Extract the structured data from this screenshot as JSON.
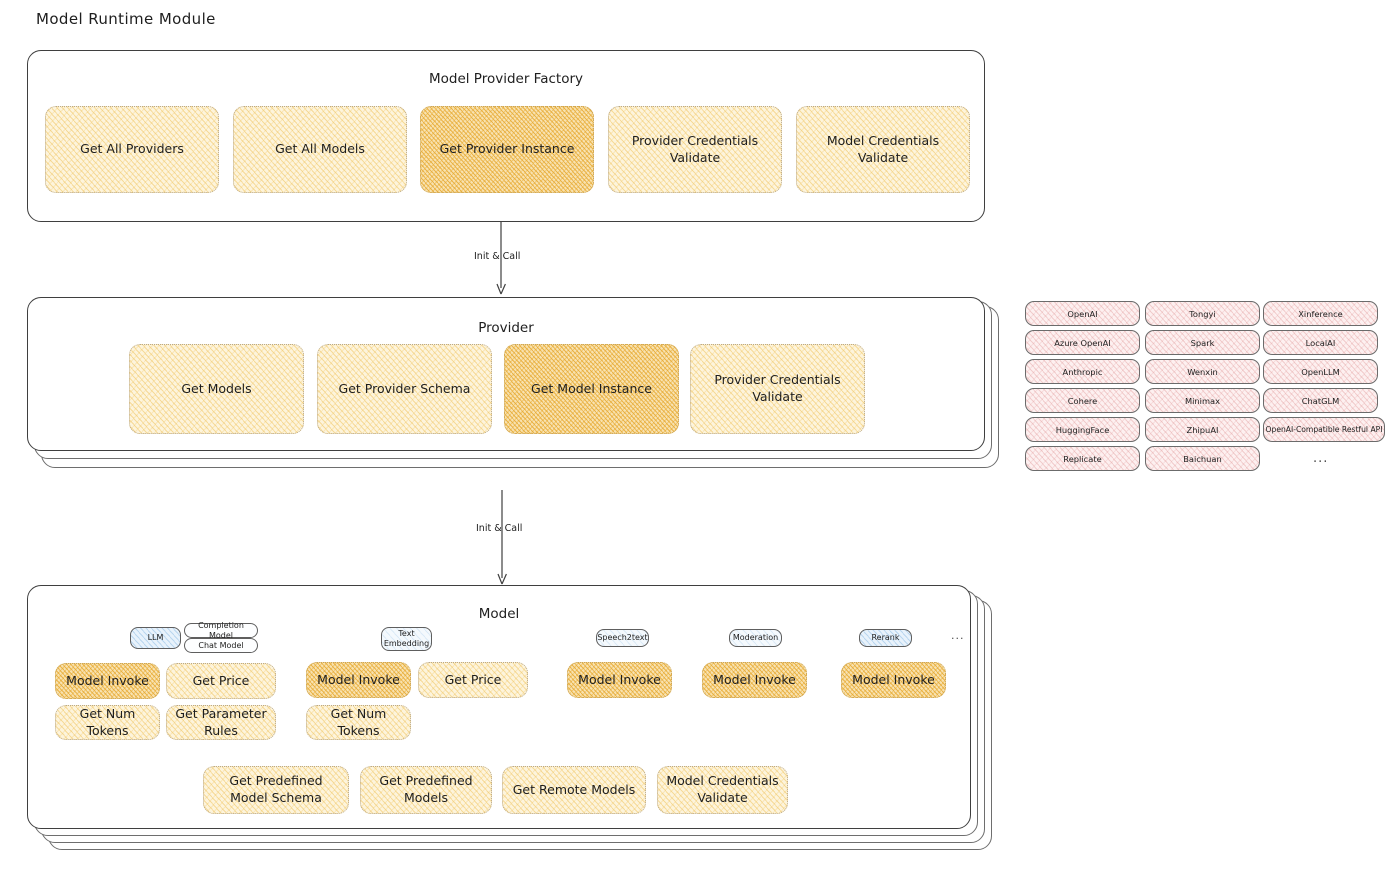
{
  "page": {
    "title": "Model Runtime Module"
  },
  "factory": {
    "title": "Model Provider Factory",
    "nodes": [
      {
        "label": "Get All Providers",
        "highlighted": false
      },
      {
        "label": "Get All Models",
        "highlighted": false
      },
      {
        "label": "Get Provider Instance",
        "highlighted": true
      },
      {
        "label": "Provider Credentials Validate",
        "highlighted": false
      },
      {
        "label": "Model Credentials Validate",
        "highlighted": false
      }
    ]
  },
  "arrow1": {
    "label": "Init & Call"
  },
  "provider": {
    "title": "Provider",
    "nodes": [
      {
        "label": "Get Models",
        "highlighted": false
      },
      {
        "label": "Get Provider Schema",
        "highlighted": false
      },
      {
        "label": "Get Model Instance",
        "highlighted": true
      },
      {
        "label": "Provider Credentials Validate",
        "highlighted": false
      }
    ]
  },
  "provider_list": {
    "columns": [
      [
        "OpenAI",
        "Azure OpenAI",
        "Anthropic",
        "Cohere",
        "HuggingFace",
        "Replicate"
      ],
      [
        "Tongyi",
        "Spark",
        "Wenxin",
        "Minimax",
        "ZhipuAI",
        "Baichuan"
      ],
      [
        "Xinference",
        "LocalAI",
        "OpenLLM",
        "ChatGLM",
        "OpenAI-Compatible Restful API"
      ]
    ],
    "more": "..."
  },
  "arrow2": {
    "label": "Init & Call"
  },
  "model": {
    "title": "Model",
    "more": "...",
    "types": [
      {
        "name": "LLM",
        "tone": "blue",
        "subchips": [
          "Completion Model",
          "Chat Model"
        ]
      },
      {
        "name": "Text Embedding",
        "tone": "pale",
        "subchips": []
      },
      {
        "name": "Speech2text",
        "tone": "pale",
        "subchips": []
      },
      {
        "name": "Moderation",
        "tone": "pale",
        "subchips": []
      },
      {
        "name": "Rerank",
        "tone": "blue",
        "subchips": []
      }
    ],
    "columns": [
      {
        "type": "LLM",
        "nodes": [
          {
            "label": "Model Invoke",
            "highlighted": true
          },
          {
            "label": "Get Price",
            "highlighted": false
          },
          {
            "label": "Get Num Tokens",
            "highlighted": false
          },
          {
            "label": "Get Parameter Rules",
            "highlighted": false
          }
        ]
      },
      {
        "type": "Text Embedding",
        "nodes": [
          {
            "label": "Model Invoke",
            "highlighted": true
          },
          {
            "label": "Get Price",
            "highlighted": false
          },
          {
            "label": "Get Num Tokens",
            "highlighted": false
          }
        ]
      },
      {
        "type": "Speech2text",
        "nodes": [
          {
            "label": "Model Invoke",
            "highlighted": true
          }
        ]
      },
      {
        "type": "Moderation",
        "nodes": [
          {
            "label": "Model Invoke",
            "highlighted": true
          }
        ]
      },
      {
        "type": "Rerank",
        "nodes": [
          {
            "label": "Model Invoke",
            "highlighted": true
          }
        ]
      }
    ],
    "common_nodes": [
      {
        "label": "Get Predefined Model Schema",
        "highlighted": false
      },
      {
        "label": "Get Predefined Models",
        "highlighted": false
      },
      {
        "label": "Get Remote Models",
        "highlighted": false
      },
      {
        "label": "Model Credentials Validate",
        "highlighted": false
      }
    ]
  },
  "colors": {
    "node_fill": "#fdf4dc",
    "node_fill_highlight": "#f8e2b0",
    "provider_chip_fill": "#fdf0f0",
    "model_type_chip_fill": "#e8f2fb",
    "stroke": "#3f3f3f",
    "background": "#ffffff"
  }
}
